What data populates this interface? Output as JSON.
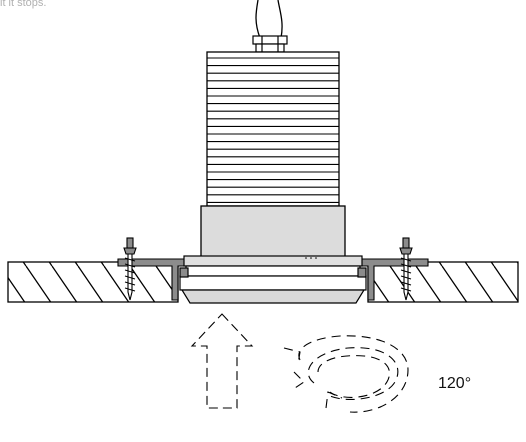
{
  "caption": "it it stops.",
  "rotation_label": "120°",
  "colors": {
    "line": "#000000",
    "device_fill": "#ffffff",
    "ring_fill": "#d9d9d9",
    "metal_fill": "#8c8c8c"
  },
  "icons": {
    "push_arrow": "up-arrow-dashed",
    "rotation": "rotate-dashed-spiral"
  }
}
